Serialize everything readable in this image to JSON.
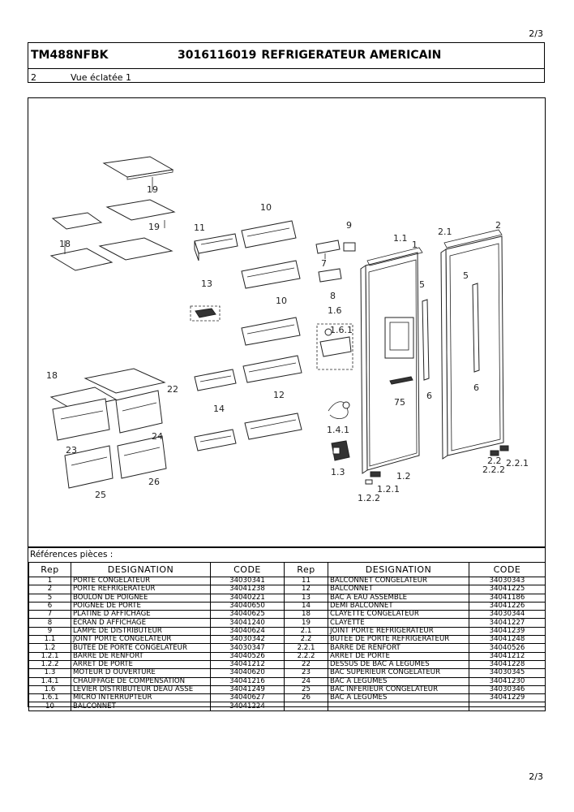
{
  "page": {
    "page_top": "2/3",
    "page_bottom": "2/3"
  },
  "header": {
    "model": "TM488NFBK",
    "reference": "3016116019",
    "product_name": "REFRIGERATEUR AMERICAIN",
    "section_number": "2",
    "section_title": "Vue éclatée 1"
  },
  "diagram": {
    "labels": [
      "19",
      "19",
      "18",
      "10",
      "11",
      "9",
      "2.1",
      "2",
      "1.1",
      "1",
      "13",
      "7",
      "8",
      "10",
      "5",
      "5",
      "1.6",
      "1.6.1",
      "18",
      "22",
      "12",
      "75",
      "6",
      "6",
      "14",
      "1.4.1",
      "24",
      "23",
      "1.3",
      "1.2",
      "2.2",
      "2.2.1",
      "2.2.2",
      "1.2.1",
      "1.2.2",
      "26",
      "25"
    ]
  },
  "references": {
    "caption": "Références pièces  :",
    "headers": [
      "Rep",
      "DESIGNATION",
      "CODE",
      "Rep",
      "DESIGNATION",
      "CODE"
    ],
    "rows": [
      [
        "1",
        "PORTE CONGELATEUR",
        "34030341",
        "11",
        "BALCONNET CONGELATEUR",
        "34030343"
      ],
      [
        "2",
        "PORTE REFRIGERATEUR",
        "34041238",
        "12",
        "BALCONNET",
        "34041225"
      ],
      [
        "5",
        "BOULON DE POIGNEE",
        "34040221",
        "13",
        "BAC A EAU ASSEMBLE",
        "34041186"
      ],
      [
        "6",
        "POIGNEE DE PORTE",
        "34040650",
        "14",
        "DEMI BALCONNET",
        "34041226"
      ],
      [
        "7",
        "PLATINE D AFFICHAGE",
        "34040625",
        "18",
        "CLAYETTE CONGELATEUR",
        "34030344"
      ],
      [
        "8",
        "ECRAN D AFFICHAGE",
        "34041240",
        "19",
        "CLAYETTE",
        "34041227"
      ],
      [
        "9",
        "LAMPE DE DISTRIBUTEUR",
        "34040624",
        "2.1",
        "JOINT PORTE REFRIGERATEUR",
        "34041239"
      ],
      [
        "1.1",
        "JOINT PORTE CONGELATEUR",
        "34030342",
        "2.2",
        "BUTEE DE PORTE REFRIGERATEUR",
        "34041248"
      ],
      [
        "1.2",
        "BUTEE DE PORTE CONGELATEUR",
        "34030347",
        "2.2.1",
        "BARRE DE RENFORT",
        "34040526"
      ],
      [
        "1.2.1",
        "BARRE DE RENFORT",
        "34040526",
        "2.2.2",
        "ARRET DE PORTE",
        "34041212"
      ],
      [
        "1.2.2",
        "ARRET DE PORTE",
        "34041212",
        "22",
        "DESSUS DE BAC A LEGUMES",
        "34041228"
      ],
      [
        "1.3",
        "MOTEUR D OUVERTURE",
        "34040620",
        "23",
        "BAC SUPERIEUR CONGELATEUR",
        "34030345"
      ],
      [
        "1.4.1",
        "CHAUFFAGE DE COMPENSATION",
        "34041216",
        "24",
        "BAC A LEGUMES",
        "34041230"
      ],
      [
        "1.6",
        "LEVIER DISTRIBUTEUR DEAU ASSE",
        "34041249",
        "25",
        "BAC INFERIEUR CONGELATEUR",
        "34030346"
      ],
      [
        "1.6.1",
        "MICRO INTERRUPTEUR",
        "34040627",
        "26",
        "BAC A  LEGUMES",
        "34041229"
      ],
      [
        "10",
        "BALCONNET",
        "34041224",
        "",
        "",
        ""
      ]
    ]
  }
}
